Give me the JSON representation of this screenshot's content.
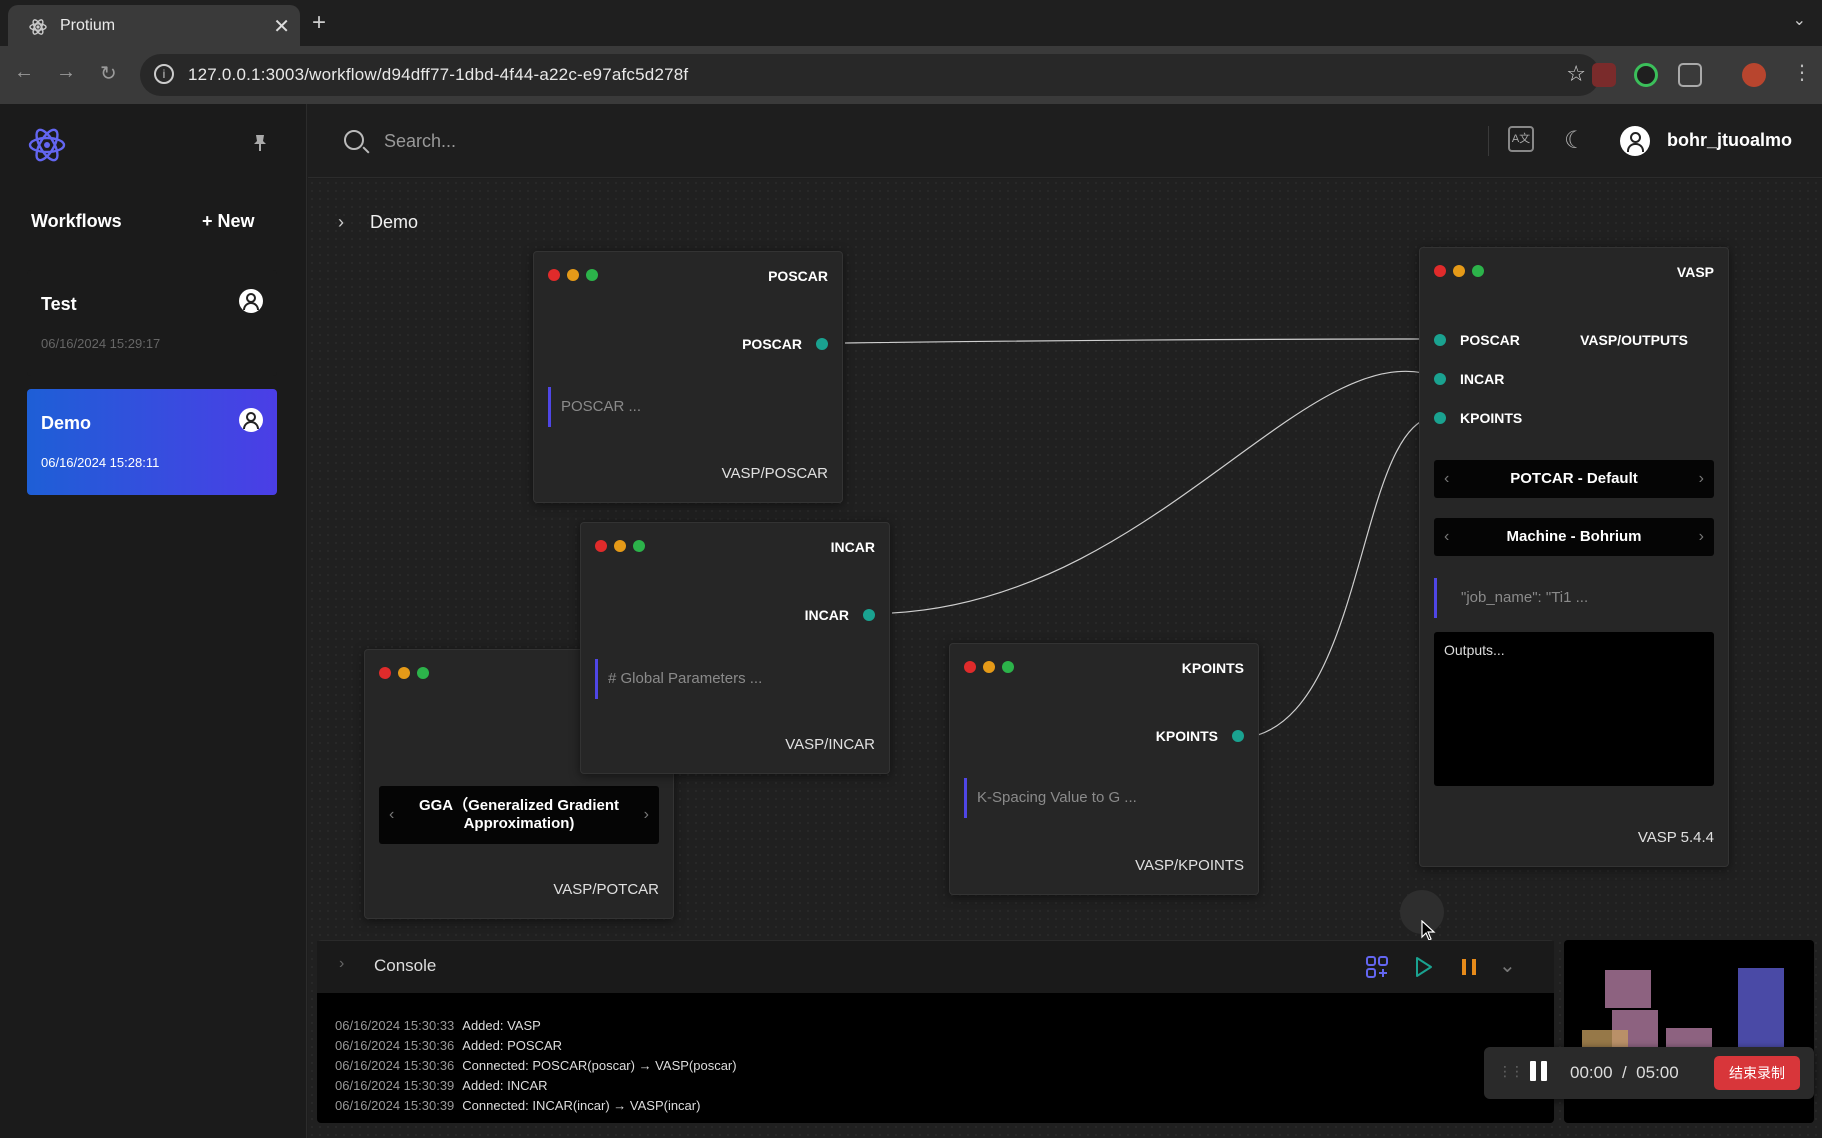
{
  "browser": {
    "tab_title": "Protium",
    "tab_close": "✕",
    "new_tab": "+",
    "url": "127.0.0.1:3003/workflow/d94dff77-1dbd-4f44-a22c-e97afc5d278f",
    "nav_back": "←",
    "nav_forward": "→",
    "nav_reload": "↻",
    "star": "☆",
    "tab_menu": "⌄"
  },
  "sidebar": {
    "section_title": "Workflows",
    "new_label": "+ New",
    "pin_icon": "pin-icon",
    "workflows": [
      {
        "name": "Test",
        "date": "06/16/2024 15:29:17",
        "active": false
      },
      {
        "name": "Demo",
        "date": "06/16/2024 15:28:11",
        "active": true
      }
    ]
  },
  "header": {
    "search_placeholder": "Search...",
    "translate_label": "A文",
    "username": "bohr_jtuoalmo"
  },
  "breadcrumb": {
    "chevron": "›",
    "title": "Demo"
  },
  "nodes": {
    "poscar": {
      "title": "POSCAR",
      "port": "POSCAR",
      "editor": "POSCAR ...",
      "footer": "VASP/POSCAR"
    },
    "incar": {
      "title": "INCAR",
      "port": "INCAR",
      "editor": "# Global Parameters ...",
      "footer": "VASP/INCAR"
    },
    "potcar": {
      "select": "GGA（Generalized Gradient Approximation)",
      "footer": "VASP/POTCAR"
    },
    "kpoints": {
      "title": "KPOINTS",
      "port": "KPOINTS",
      "editor": "K-Spacing Value to G ...",
      "footer": "VASP/KPOINTS"
    },
    "vasp": {
      "title": "VASP",
      "inputs": [
        "POSCAR",
        "INCAR",
        "KPOINTS"
      ],
      "output": "VASP/OUTPUTS",
      "potcar_select": "POTCAR - Default",
      "machine_select": "Machine - Bohrium",
      "editor": "\"job_name\": \"Ti1 ...",
      "outputs_placeholder": "Outputs...",
      "footer": "VASP 5.4.4"
    }
  },
  "console": {
    "title": "Console",
    "logs": [
      {
        "ts": "06/16/2024 15:30:33",
        "msg": "Added: VASP"
      },
      {
        "ts": "06/16/2024 15:30:36",
        "msg": "Added: POSCAR"
      },
      {
        "ts": "06/16/2024 15:30:36",
        "msg": "Connected: POSCAR(poscar) → VASP(poscar)"
      },
      {
        "ts": "06/16/2024 15:30:39",
        "msg": "Added: INCAR"
      },
      {
        "ts": "06/16/2024 15:30:39",
        "msg": "Connected: INCAR(incar) → VASP(incar)"
      }
    ]
  },
  "recorder": {
    "time": "00:00  /  05:00",
    "stop_label": "结束录制"
  },
  "colors": {
    "accent": "#4f46e5",
    "port": "#1aa290",
    "stop": "#d8363a",
    "play": "#1aa290",
    "pause": "#e58a1a"
  }
}
